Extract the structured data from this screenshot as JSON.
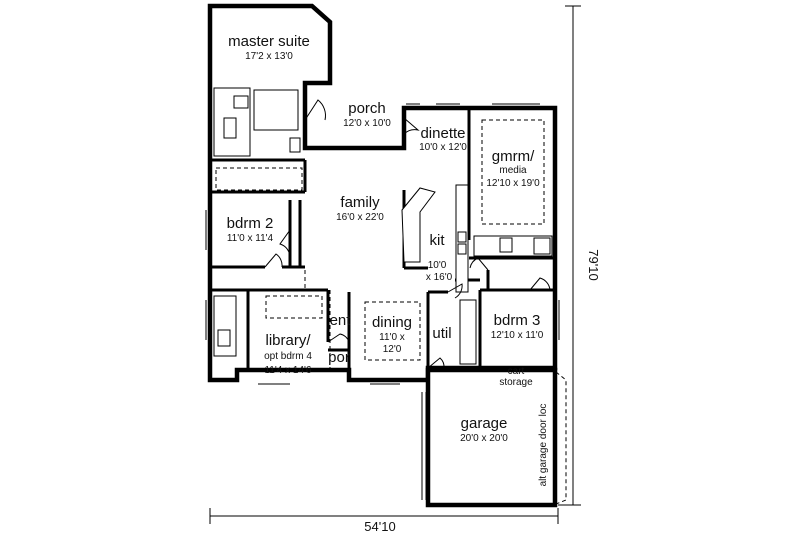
{
  "rooms": {
    "master_suite": {
      "name": "master suite",
      "size": "17'2 x 13'0"
    },
    "porch": {
      "name": "porch",
      "size": "12'0 x 10'0"
    },
    "dinette": {
      "name": "dinette",
      "size": "10'0 x 12'0"
    },
    "gmrm": {
      "name1": "gmrm/",
      "name2": "media",
      "size": "12'10 x 19'0"
    },
    "family": {
      "name": "family",
      "size": "16'0 x 22'0"
    },
    "bdrm2": {
      "name": "bdrm 2",
      "size": "11'0 x 11'4"
    },
    "kit": {
      "name": "kit",
      "size1": "10'0",
      "size2": "x 16'0"
    },
    "ent": {
      "name": "ent"
    },
    "dining": {
      "name": "dining",
      "size1": "11'0 x",
      "size2": "12'0"
    },
    "util": {
      "name": "util"
    },
    "bdrm3": {
      "name": "bdrm 3",
      "size": "12'10 x 11'0"
    },
    "library": {
      "name1": "library/",
      "name2": "opt bdrm 4",
      "size": "11'4 x 14'6"
    },
    "por": {
      "name": "por"
    },
    "cart": {
      "line1": "cart",
      "line2": "storage"
    },
    "garage": {
      "name": "garage",
      "size": "20'0 x 20'0",
      "alt": "alt garage door loc"
    }
  },
  "dimensions": {
    "width": "54'10",
    "depth": "79'10"
  }
}
